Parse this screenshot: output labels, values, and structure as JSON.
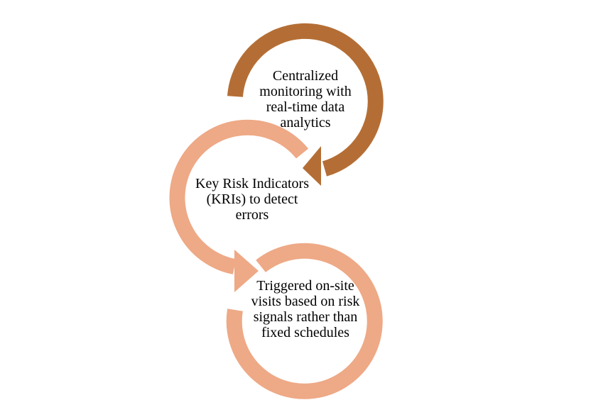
{
  "colors": {
    "top_ring": "#b46e35",
    "lower_rings": "#eea986",
    "text": "#000000",
    "background": "#ffffff"
  },
  "nodes": [
    {
      "label": "Centralized monitoring with real-time data analytics",
      "color": "#b46e35"
    },
    {
      "label": "Key Risk Indicators (KRIs) to detect errors",
      "color": "#eea986"
    },
    {
      "label": "Triggered on-site visits based on risk signals rather than fixed schedules",
      "color": "#eea986"
    }
  ]
}
